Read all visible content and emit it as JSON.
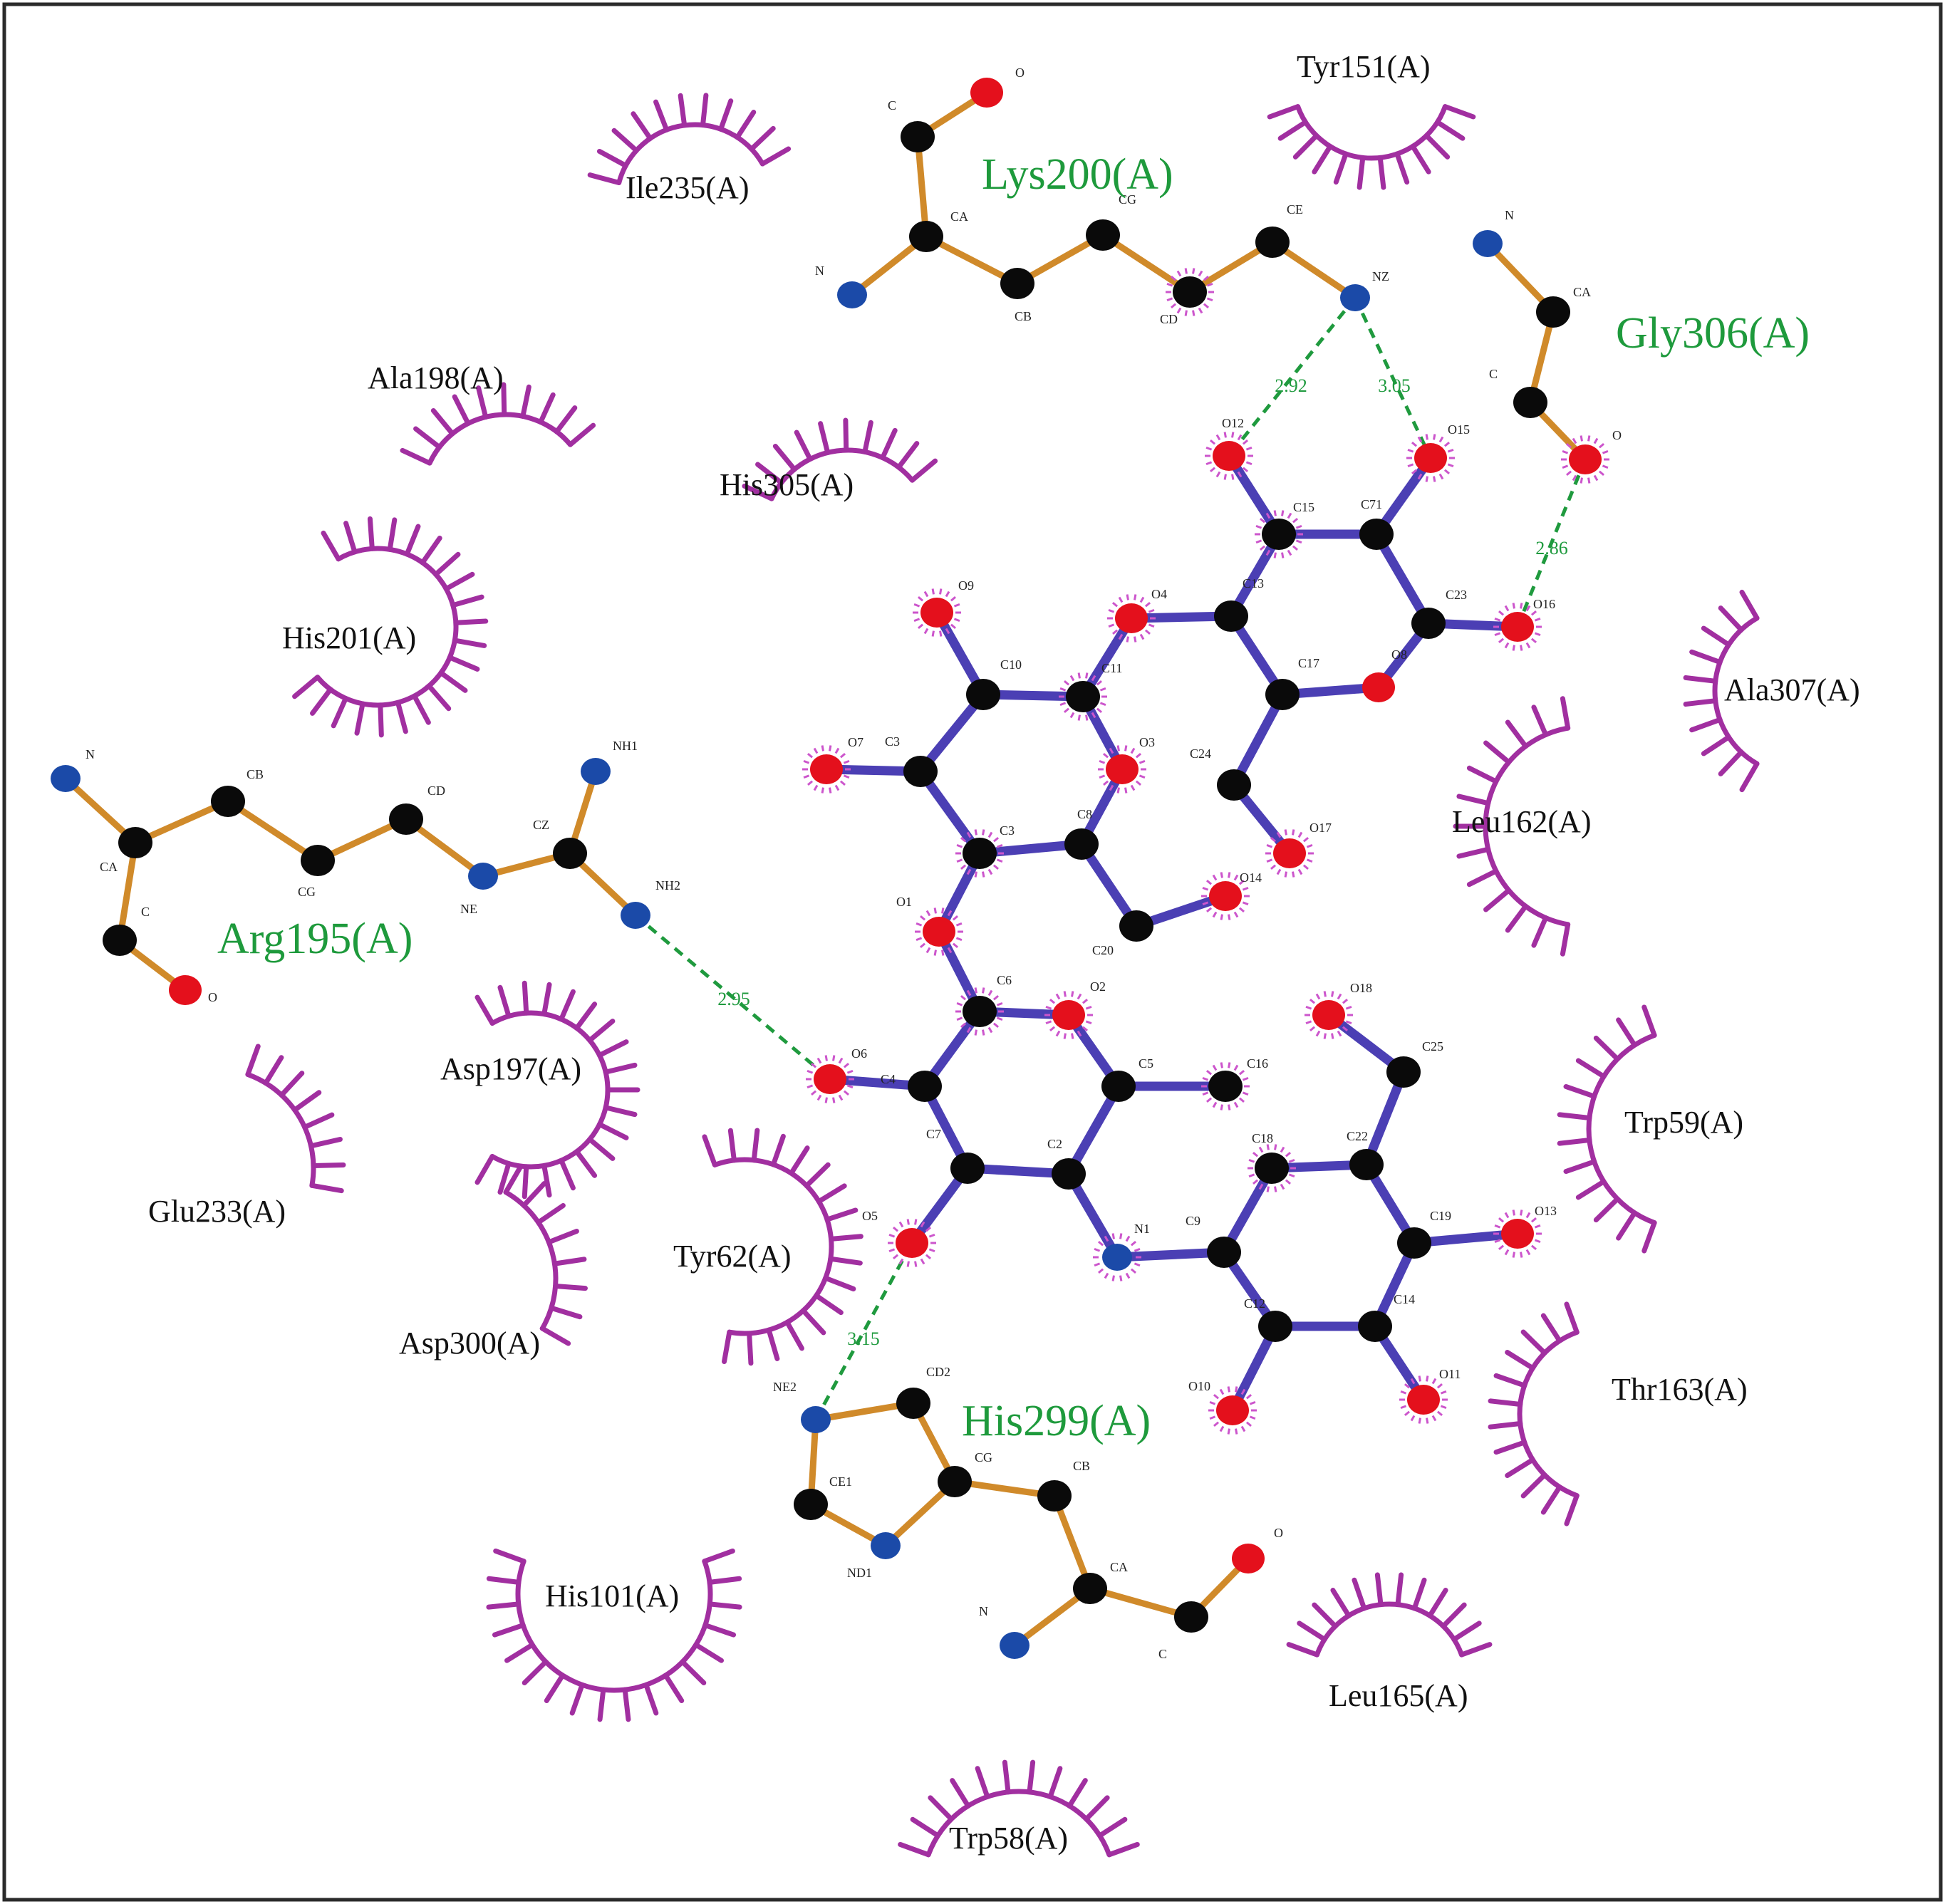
{
  "colors": {
    "carbon": "#0a0a0a",
    "oxygen": "#e4101c",
    "nitrogen": "#1b4aa8",
    "residue_bond": "#d08a2a",
    "ligand_bond": "#4b3fb4",
    "hbond": "#1f9a3e",
    "hydrophobic": "#a12fa0",
    "residue_label": "#1e9a3c"
  },
  "residues": [
    {
      "id": "lys200",
      "label": "Lys200(A)"
    },
    {
      "id": "gly306",
      "label": "Gly306(A)"
    },
    {
      "id": "arg195",
      "label": "Arg195(A)"
    },
    {
      "id": "his299",
      "label": "His299(A)"
    }
  ],
  "hbond_distances": [
    {
      "id": "hb1",
      "value": "2.92"
    },
    {
      "id": "hb2",
      "value": "3.05"
    },
    {
      "id": "hb3",
      "value": "2.86"
    },
    {
      "id": "hb4",
      "value": "2.95"
    },
    {
      "id": "hb5",
      "value": "3.15"
    }
  ],
  "hydrophobic_contacts": [
    {
      "id": "tyr151",
      "label": "Tyr151(A)"
    },
    {
      "id": "ile235",
      "label": "Ile235(A)"
    },
    {
      "id": "ala198",
      "label": "Ala198(A)"
    },
    {
      "id": "his305",
      "label": "His305(A)"
    },
    {
      "id": "his201",
      "label": "His201(A)"
    },
    {
      "id": "ala307",
      "label": "Ala307(A)"
    },
    {
      "id": "leu162",
      "label": "Leu162(A)"
    },
    {
      "id": "asp197",
      "label": "Asp197(A)"
    },
    {
      "id": "glu233",
      "label": "Glu233(A)"
    },
    {
      "id": "trp59",
      "label": "Trp59(A)"
    },
    {
      "id": "tyr62",
      "label": "Tyr62(A)"
    },
    {
      "id": "asp300",
      "label": "Asp300(A)"
    },
    {
      "id": "thr163",
      "label": "Thr163(A)"
    },
    {
      "id": "his101",
      "label": "His101(A)"
    },
    {
      "id": "leu165",
      "label": "Leu165(A)"
    },
    {
      "id": "trp58",
      "label": "Trp58(A)"
    }
  ],
  "atoms": [
    {
      "id": "lys_O",
      "el": "O",
      "label": "O"
    },
    {
      "id": "lys_C",
      "el": "C",
      "label": "C"
    },
    {
      "id": "lys_CA",
      "el": "C",
      "label": "CA"
    },
    {
      "id": "lys_N",
      "el": "N",
      "label": "N"
    },
    {
      "id": "lys_CB",
      "el": "C",
      "label": "CB"
    },
    {
      "id": "lys_CG",
      "el": "C",
      "label": "CG"
    },
    {
      "id": "lys_CD",
      "el": "C",
      "label": "CD"
    },
    {
      "id": "lys_CE",
      "el": "C",
      "label": "CE"
    },
    {
      "id": "lys_NZ",
      "el": "N",
      "label": "NZ"
    },
    {
      "id": "gly_N",
      "el": "N",
      "label": "N"
    },
    {
      "id": "gly_CA",
      "el": "C",
      "label": "CA"
    },
    {
      "id": "gly_C",
      "el": "C",
      "label": "C"
    },
    {
      "id": "gly_O",
      "el": "O",
      "label": "O"
    },
    {
      "id": "arg_N",
      "el": "N",
      "label": "N"
    },
    {
      "id": "arg_CA",
      "el": "C",
      "label": "CA"
    },
    {
      "id": "arg_CB",
      "el": "C",
      "label": "CB"
    },
    {
      "id": "arg_CG",
      "el": "C",
      "label": "CG"
    },
    {
      "id": "arg_CD",
      "el": "C",
      "label": "CD"
    },
    {
      "id": "arg_NE",
      "el": "N",
      "label": "NE"
    },
    {
      "id": "arg_CZ",
      "el": "C",
      "label": "CZ"
    },
    {
      "id": "arg_NH1",
      "el": "N",
      "label": "NH1"
    },
    {
      "id": "arg_NH2",
      "el": "N",
      "label": "NH2"
    },
    {
      "id": "arg_C",
      "el": "C",
      "label": "C"
    },
    {
      "id": "arg_O",
      "el": "O",
      "label": "O"
    },
    {
      "id": "his_NE2",
      "el": "N",
      "label": "NE2"
    },
    {
      "id": "his_CD2",
      "el": "C",
      "label": "CD2"
    },
    {
      "id": "his_CG",
      "el": "C",
      "label": "CG"
    },
    {
      "id": "his_CE1",
      "el": "C",
      "label": "CE1"
    },
    {
      "id": "his_ND1",
      "el": "N",
      "label": "ND1"
    },
    {
      "id": "his_CB",
      "el": "C",
      "label": "CB"
    },
    {
      "id": "his_CA",
      "el": "C",
      "label": "CA"
    },
    {
      "id": "his_C",
      "el": "C",
      "label": "C"
    },
    {
      "id": "his_O",
      "el": "O",
      "label": "O"
    },
    {
      "id": "his_N",
      "el": "N",
      "label": "N"
    },
    {
      "id": "O12",
      "el": "O",
      "label": "O12"
    },
    {
      "id": "O15",
      "el": "O",
      "label": "O15"
    },
    {
      "id": "C15",
      "el": "C",
      "label": "C15"
    },
    {
      "id": "C71",
      "el": "C",
      "label": "C71"
    },
    {
      "id": "C13",
      "el": "C",
      "label": "C13"
    },
    {
      "id": "C23",
      "el": "C",
      "label": "C23"
    },
    {
      "id": "O16",
      "el": "O",
      "label": "O16"
    },
    {
      "id": "C17",
      "el": "C",
      "label": "C17"
    },
    {
      "id": "O8",
      "el": "O",
      "label": "O8"
    },
    {
      "id": "C24",
      "el": "C",
      "label": "C24"
    },
    {
      "id": "O17",
      "el": "O",
      "label": "O17"
    },
    {
      "id": "O4",
      "el": "O",
      "label": "O4"
    },
    {
      "id": "O9",
      "el": "O",
      "label": "O9"
    },
    {
      "id": "C10",
      "el": "C",
      "label": "C10"
    },
    {
      "id": "C11",
      "el": "C",
      "label": "C11"
    },
    {
      "id": "O3",
      "el": "O",
      "label": "O3"
    },
    {
      "id": "C3",
      "el": "C",
      "label": "C3"
    },
    {
      "id": "O7",
      "el": "O",
      "label": "O7"
    },
    {
      "id": "Cr3",
      "el": "C",
      "label": "C3"
    },
    {
      "id": "C8",
      "el": "C",
      "label": "C8"
    },
    {
      "id": "C20",
      "el": "C",
      "label": "C20"
    },
    {
      "id": "O14",
      "el": "O",
      "label": "O14"
    },
    {
      "id": "O1",
      "el": "O",
      "label": "O1"
    },
    {
      "id": "C6",
      "el": "C",
      "label": "C6"
    },
    {
      "id": "O2",
      "el": "O",
      "label": "O2"
    },
    {
      "id": "C4",
      "el": "C",
      "label": "C4"
    },
    {
      "id": "O6",
      "el": "O",
      "label": "O6"
    },
    {
      "id": "C5",
      "el": "C",
      "label": "C5"
    },
    {
      "id": "C16",
      "el": "C",
      "label": "C16"
    },
    {
      "id": "C7",
      "el": "C",
      "label": "C7"
    },
    {
      "id": "C2",
      "el": "C",
      "label": "C2"
    },
    {
      "id": "O5",
      "el": "O",
      "label": "O5"
    },
    {
      "id": "N1",
      "el": "N",
      "label": "N1"
    },
    {
      "id": "C9",
      "el": "C",
      "label": "C9"
    },
    {
      "id": "C18",
      "el": "C",
      "label": "C18"
    },
    {
      "id": "C22",
      "el": "C",
      "label": "C22"
    },
    {
      "id": "C25",
      "el": "C",
      "label": "C25"
    },
    {
      "id": "O18",
      "el": "O",
      "label": "O18"
    },
    {
      "id": "C19",
      "el": "C",
      "label": "C19"
    },
    {
      "id": "O13",
      "el": "O",
      "label": "O13"
    },
    {
      "id": "C12",
      "el": "C",
      "label": "C12"
    },
    {
      "id": "C14",
      "el": "C",
      "label": "C14"
    },
    {
      "id": "O10",
      "el": "O",
      "label": "O10"
    },
    {
      "id": "O11",
      "el": "O",
      "label": "O11"
    }
  ],
  "bonds": [
    [
      "lys_O",
      "lys_C",
      "res"
    ],
    [
      "lys_C",
      "lys_CA",
      "res"
    ],
    [
      "lys_CA",
      "lys_N",
      "res"
    ],
    [
      "lys_CA",
      "lys_CB",
      "res"
    ],
    [
      "lys_CB",
      "lys_CG",
      "res"
    ],
    [
      "lys_CG",
      "lys_CD",
      "res"
    ],
    [
      "lys_CD",
      "lys_CE",
      "res"
    ],
    [
      "lys_CE",
      "lys_NZ",
      "res"
    ],
    [
      "gly_N",
      "gly_CA",
      "res"
    ],
    [
      "gly_CA",
      "gly_C",
      "res"
    ],
    [
      "gly_C",
      "gly_O",
      "res"
    ],
    [
      "arg_N",
      "arg_CA",
      "res"
    ],
    [
      "arg_CA",
      "arg_CB",
      "res"
    ],
    [
      "arg_CB",
      "arg_CG",
      "res"
    ],
    [
      "arg_CG",
      "arg_CD",
      "res"
    ],
    [
      "arg_CD",
      "arg_NE",
      "res"
    ],
    [
      "arg_NE",
      "arg_CZ",
      "res"
    ],
    [
      "arg_CZ",
      "arg_NH1",
      "res"
    ],
    [
      "arg_CZ",
      "arg_NH2",
      "res"
    ],
    [
      "arg_CA",
      "arg_C",
      "res"
    ],
    [
      "arg_C",
      "arg_O",
      "res"
    ],
    [
      "his_NE2",
      "his_CD2",
      "res"
    ],
    [
      "his_CD2",
      "his_CG",
      "res"
    ],
    [
      "his_CG",
      "his_ND1",
      "res"
    ],
    [
      "his_ND1",
      "his_CE1",
      "res"
    ],
    [
      "his_CE1",
      "his_NE2",
      "res"
    ],
    [
      "his_CG",
      "his_CB",
      "res"
    ],
    [
      "his_CB",
      "his_CA",
      "res"
    ],
    [
      "his_CA",
      "his_C",
      "res"
    ],
    [
      "his_C",
      "his_O",
      "res"
    ],
    [
      "his_CA",
      "his_N",
      "res"
    ],
    [
      "O12",
      "C15",
      "lig"
    ],
    [
      "O15",
      "C71",
      "lig"
    ],
    [
      "C15",
      "C71",
      "lig"
    ],
    [
      "C71",
      "C23",
      "lig"
    ],
    [
      "C23",
      "O8",
      "lig"
    ],
    [
      "O8",
      "C17",
      "lig"
    ],
    [
      "C17",
      "C13",
      "lig"
    ],
    [
      "C13",
      "C15",
      "lig"
    ],
    [
      "C23",
      "O16",
      "lig"
    ],
    [
      "C17",
      "C24",
      "lig"
    ],
    [
      "C24",
      "O17",
      "lig"
    ],
    [
      "C13",
      "O4",
      "lig"
    ],
    [
      "O4",
      "C11",
      "lig"
    ],
    [
      "C11",
      "C10",
      "lig"
    ],
    [
      "C10",
      "O9",
      "lig"
    ],
    [
      "C10",
      "C3",
      "lig"
    ],
    [
      "C3",
      "O7",
      "lig"
    ],
    [
      "C3",
      "Cr3",
      "lig"
    ],
    [
      "Cr3",
      "C8",
      "lig"
    ],
    [
      "C8",
      "O3",
      "lig"
    ],
    [
      "O3",
      "C11",
      "lig"
    ],
    [
      "C8",
      "C20",
      "lig"
    ],
    [
      "C20",
      "O14",
      "lig"
    ],
    [
      "Cr3",
      "O1",
      "lig"
    ],
    [
      "O1",
      "C6",
      "lig"
    ],
    [
      "C6",
      "O2",
      "lig"
    ],
    [
      "O2",
      "C5",
      "lig"
    ],
    [
      "C5",
      "C16",
      "lig"
    ],
    [
      "C5",
      "C2",
      "lig"
    ],
    [
      "C2",
      "C7",
      "lig"
    ],
    [
      "C7",
      "C4",
      "lig"
    ],
    [
      "C4",
      "C6",
      "lig"
    ],
    [
      "C4",
      "O6",
      "lig"
    ],
    [
      "C7",
      "O5",
      "lig"
    ],
    [
      "C2",
      "N1",
      "lig"
    ],
    [
      "N1",
      "C9",
      "lig"
    ],
    [
      "C9",
      "C18",
      "lig"
    ],
    [
      "C18",
      "C22",
      "lig"
    ],
    [
      "C22",
      "C25",
      "lig"
    ],
    [
      "C25",
      "O18",
      "lig"
    ],
    [
      "C22",
      "C19",
      "lig"
    ],
    [
      "C19",
      "O13",
      "lig"
    ],
    [
      "C19",
      "C14",
      "lig"
    ],
    [
      "C14",
      "C12",
      "lig"
    ],
    [
      "C12",
      "C9",
      "lig"
    ],
    [
      "C12",
      "O10",
      "lig"
    ],
    [
      "C14",
      "O11",
      "lig"
    ]
  ],
  "hbonds": [
    [
      "lys_NZ",
      "O12",
      "hb1"
    ],
    [
      "lys_NZ",
      "O15",
      "hb2"
    ],
    [
      "gly_O",
      "O16",
      "hb3"
    ],
    [
      "arg_NH2",
      "O6",
      "hb4"
    ],
    [
      "his_NE2",
      "O5",
      "hb5"
    ]
  ]
}
